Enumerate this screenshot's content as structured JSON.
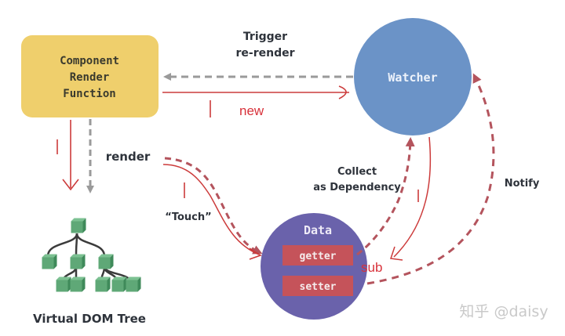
{
  "diagram": {
    "component_box": {
      "lines": [
        "Component",
        "Render",
        "Function"
      ],
      "color": "#efcf6c",
      "text_color": "#3a3a2e"
    },
    "watcher": {
      "label": "Watcher",
      "color": "#6b93c7",
      "text_color": "#eef3fb"
    },
    "data_circle": {
      "label": "Data",
      "color": "#6a62ab",
      "text_color": "#eeeaf7"
    },
    "getter": {
      "label": "getter",
      "color": "#c5535a"
    },
    "setter": {
      "label": "setter",
      "color": "#c5535a"
    },
    "vdom": {
      "label": "Virtual DOM Tree",
      "node_color": "#5fa877"
    },
    "edge_labels": {
      "trigger": [
        "Trigger",
        "re-render"
      ],
      "render": "render",
      "touch": "“Touch”",
      "collect": [
        "Collect",
        "as Dependency"
      ],
      "notify": "Notify"
    },
    "annotations": {
      "new": "new",
      "sub": "sub",
      "color": "#d8313a"
    },
    "arrow_colors": {
      "gray": "#9a9a9a",
      "dashed_red": "#b4545d",
      "hand_red": "#cc3b3b"
    },
    "watermark": "知乎 @daisy"
  }
}
